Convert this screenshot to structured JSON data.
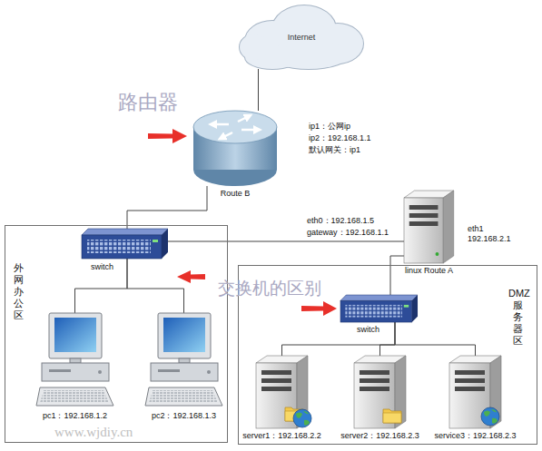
{
  "diagram": {
    "nodes": [
      {
        "text": [
          "Internet"
        ]
      },
      {
        "text": [
          "Route B"
        ]
      },
      {
        "text": [
          "外网办公区"
        ]
      },
      {
        "text": [
          "switch"
        ],
        "in": 2
      },
      {
        "text": [
          "pc1：192.168.1.2"
        ],
        "in": 2
      },
      {
        "text": [
          "pc2：192.168.1.3"
        ],
        "in": 2
      },
      {
        "text": [
          "linux Route A"
        ]
      },
      {
        "text": [
          "DMZ 服务器区"
        ]
      },
      {
        "text": [
          "switch"
        ],
        "in": 7
      },
      {
        "text": [
          "server1：192.168.2.2"
        ],
        "in": 7
      },
      {
        "text": [
          "server2：192.168.2.3"
        ],
        "in": 7
      },
      {
        "text": [
          "service3：192.168.2.3"
        ],
        "in": 7
      }
    ],
    "edges": [
      {
        "from": 0,
        "to": 1,
        "arrow": "none"
      },
      {
        "from": 1,
        "to": 3,
        "arrow": "none"
      },
      {
        "from": 3,
        "to": 4,
        "arrow": "none"
      },
      {
        "from": 3,
        "to": 5,
        "arrow": "none"
      },
      {
        "from": 3,
        "to": 6,
        "arrow": "none"
      },
      {
        "from": 6,
        "to": 8,
        "arrow": "none"
      },
      {
        "from": 8,
        "to": 9,
        "arrow": "none"
      },
      {
        "from": 8,
        "to": 10,
        "arrow": "none"
      },
      {
        "from": 8,
        "to": 11,
        "arrow": "none"
      }
    ],
    "labels": [
      "路由器",
      "ip1：公网ip",
      "ip2：192.168.1.1",
      "默认网关：ip1",
      "eth0：192.168.1.5",
      "gateway：192.168.1.1",
      "eth1 192.168.2.1",
      "交换机的区别",
      "www.wjdiy.cn"
    ]
  }
}
